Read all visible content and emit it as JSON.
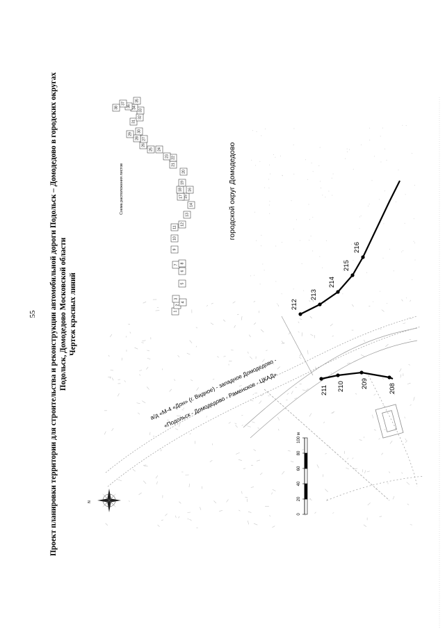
{
  "page_number": "55",
  "title": {
    "line1": "Проект планировки территории для строительства и реконструкции автомобильной дороги Подольск – Домодедово в городских округах",
    "line2": "Подольск, Домодедово Московской области",
    "line3": "Чертеж красных линий"
  },
  "map": {
    "district_label": "городской округ Домодедово",
    "road_label_1": "а/д «М-4 «Дон» (г. Видное) - западное Домодедово -",
    "road_label_2": "«Подольск - Домодедово - Раменское - ЦКАД»"
  },
  "sheet_scheme": {
    "title": "Схема расположения листов",
    "sheets": [
      "1",
      "2",
      "3",
      "4",
      "5",
      "6",
      "7",
      "8",
      "9",
      "10",
      "11",
      "12",
      "13",
      "14",
      "15",
      "16",
      "17",
      "18",
      "19",
      "20",
      "21",
      "22",
      "23",
      "24",
      "25",
      "26",
      "27",
      "28",
      "29",
      "30",
      "31",
      "32",
      "33",
      "34",
      "35",
      "36",
      "37",
      "38"
    ]
  },
  "scale_bar": {
    "ticks": [
      "0",
      "20",
      "40",
      "60",
      "80",
      "100 м"
    ]
  },
  "compass": {
    "label": "N"
  },
  "points_upper": [
    "212",
    "213",
    "214",
    "215",
    "216"
  ],
  "points_lower": [
    "211",
    "210",
    "209",
    "208"
  ]
}
